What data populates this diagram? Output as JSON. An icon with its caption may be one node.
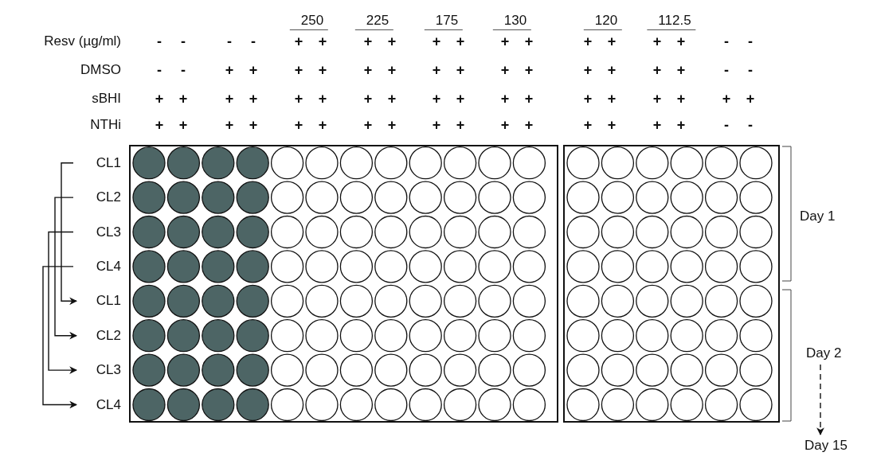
{
  "diagram": {
    "nodes": [
      {
        "text": [
          "CL1"
        ]
      },
      {
        "text": [
          "CL2"
        ]
      },
      {
        "text": [
          "CL3"
        ]
      },
      {
        "text": [
          "CL4"
        ]
      },
      {
        "text": [
          "CL1"
        ]
      },
      {
        "text": [
          "CL2"
        ]
      },
      {
        "text": [
          "CL3"
        ]
      },
      {
        "text": [
          "CL4"
        ]
      },
      {
        "text": [
          "Day 1"
        ]
      },
      {
        "text": [
          "Day 2"
        ]
      },
      {
        "text": [
          "Day 15"
        ]
      }
    ],
    "edges": [
      {
        "from": 0,
        "to": 4,
        "arrow": "to"
      },
      {
        "from": 1,
        "to": 5,
        "arrow": "to"
      },
      {
        "from": 2,
        "to": 6,
        "arrow": "to"
      },
      {
        "from": 3,
        "to": 7,
        "arrow": "to"
      },
      {
        "from": 9,
        "to": 10,
        "arrow": "to",
        "style": "dashed"
      }
    ],
    "labels": [
      "250",
      "225",
      "175",
      "130",
      "120",
      "112.5",
      "Resv (µg/ml)",
      "-",
      "-",
      "-",
      "-",
      "+",
      "+",
      "+",
      "+",
      "+",
      "+",
      "+",
      "+",
      "+",
      "+",
      "+",
      "+",
      "-",
      "-",
      "DMSO",
      "-",
      "-",
      "+",
      "+",
      "+",
      "+",
      "+",
      "+",
      "+",
      "+",
      "+",
      "+",
      "+",
      "+",
      "+",
      "+",
      "-",
      "-",
      "sBHI",
      "+",
      "+",
      "+",
      "+",
      "+",
      "+",
      "+",
      "+",
      "+",
      "+",
      "+",
      "+",
      "+",
      "+",
      "+",
      "+",
      "+",
      "+",
      "NTHi",
      "+",
      "+",
      "+",
      "+",
      "+",
      "+",
      "+",
      "+",
      "+",
      "+",
      "+",
      "+",
      "+",
      "+",
      "+",
      "+",
      "-",
      "-"
    ]
  }
}
